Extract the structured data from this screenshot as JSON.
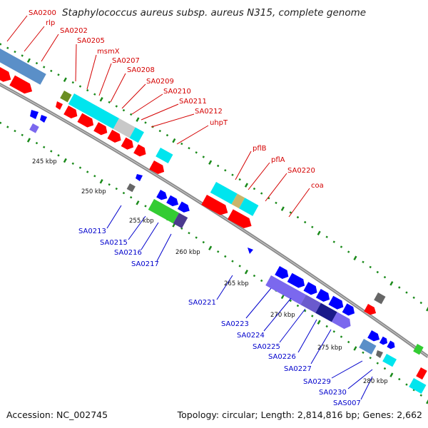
{
  "title": "Staphylococcus aureus subsp. aureus N315, complete genome",
  "footer": {
    "accession": "Accession: NC_002745",
    "stats": "Topology: circular; Length: 2,814,816 bp; Genes: 2,662"
  },
  "ruler_labels": [
    "245 kbp",
    "250 kbp",
    "255 kbp",
    "260 kbp",
    "265 kbp",
    "270 kbp",
    "275 kbp",
    "280 kbp"
  ],
  "forward_gene_labels": [
    "SA0200",
    "rlp",
    "SA0202",
    "SA0205",
    "msmX",
    "SA0207",
    "SA0208",
    "SA0209",
    "SA0210",
    "SA0211",
    "SA0212",
    "uhpT",
    "pflB",
    "pflA",
    "SA0220",
    "coa"
  ],
  "reverse_gene_labels": [
    "SA0213",
    "SA0215",
    "SA0216",
    "SA0217",
    "SA0221",
    "SA0223",
    "SA0224",
    "SA0225",
    "SA0226",
    "SA0227",
    "SA0229",
    "SA0230",
    "SAS007"
  ],
  "colors": {
    "forward_label": "#d40000",
    "reverse_label": "#0000cc",
    "backbone": "#8a8a8a",
    "tick": "#1a8a1a",
    "cds_red": "#ff0000",
    "cds_blue": "#0000ff",
    "cyan": "#00e5ee",
    "steelblue": "#5a8fc8",
    "purple": "#7b68ee",
    "green": "#33cc33"
  }
}
